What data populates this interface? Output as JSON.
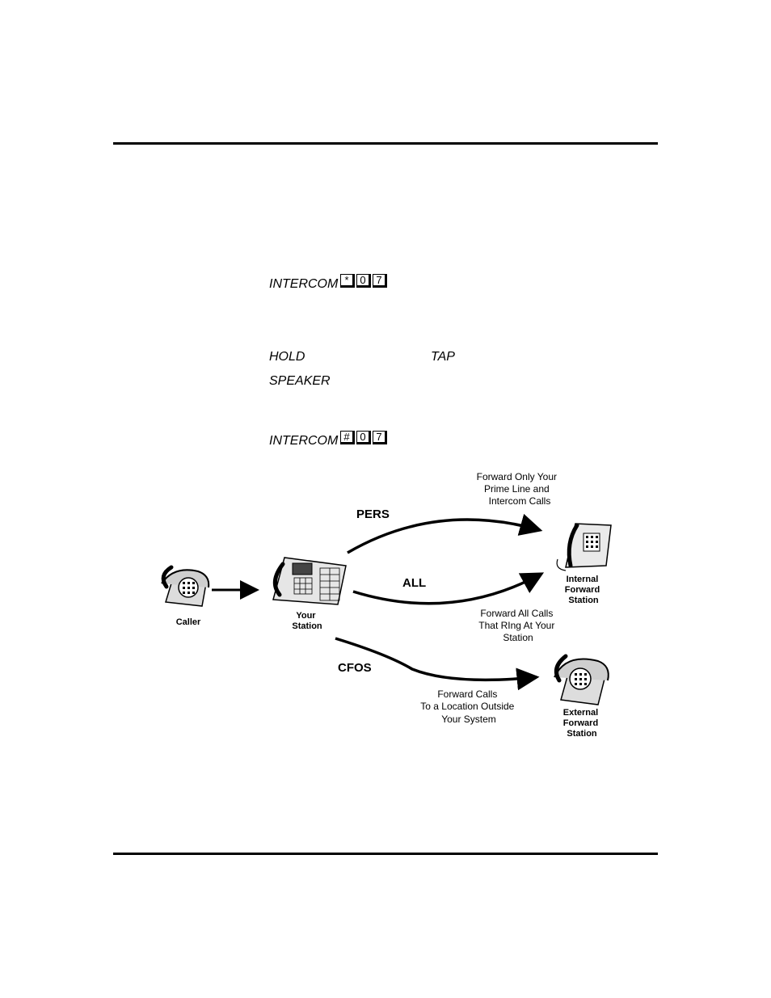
{
  "steps": {
    "enable_label": "INTERCOM",
    "enable_keys": [
      "*",
      "0",
      "7"
    ],
    "hold_label": "HOLD",
    "tap_label": "TAP",
    "speaker_label": "SPEAKER",
    "cancel_label": "INTERCOM",
    "cancel_keys": [
      "#",
      "0",
      "7"
    ]
  },
  "diagram": {
    "caller": "Caller",
    "your_station": [
      "Your",
      "Station"
    ],
    "internal_station": [
      "Internal",
      "Forward",
      "Station"
    ],
    "external_station": [
      "External",
      "Forward",
      "Station"
    ],
    "pers": "PERS",
    "all": "ALL",
    "cfos": "CFOS",
    "pers_note": [
      "Forward Only Your",
      "Prime Line and",
      "Intercom Calls"
    ],
    "all_note": [
      "Forward All Calls",
      "That RIng At Your",
      "Station"
    ],
    "cfos_note": [
      "Forward Calls",
      "To a Location Outside",
      "Your System"
    ]
  }
}
